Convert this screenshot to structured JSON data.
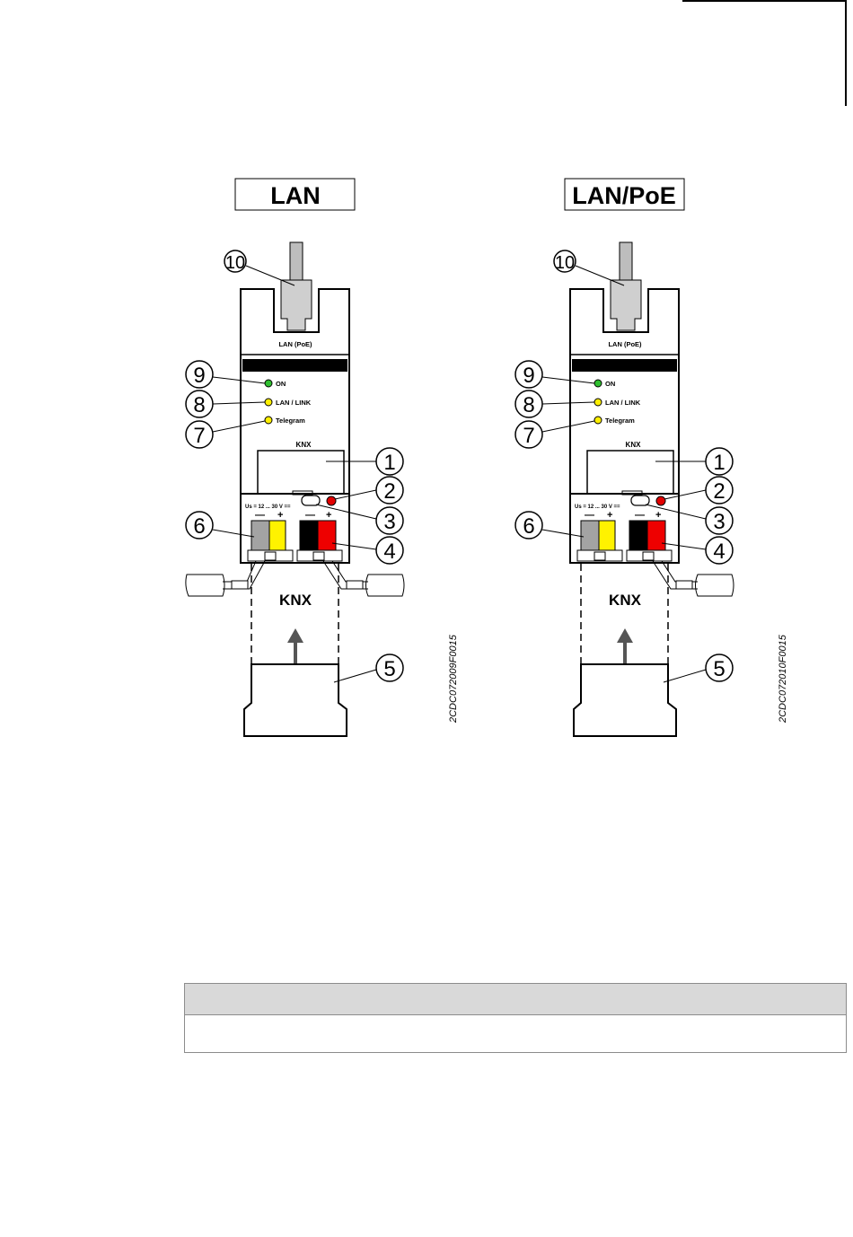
{
  "colors": {
    "rule": "#000000",
    "led_green": "#2fbf2f",
    "led_yellow": "#ffef00",
    "led_red": "#e20000",
    "terminal_grey": "#a3a3a3",
    "terminal_yellow": "#fff200",
    "terminal_black": "#000000",
    "terminal_red": "#ee0000",
    "table_header_bg": "#d9d9d9",
    "table_border": "#8c8c8c"
  },
  "figures": [
    {
      "title": "LAN",
      "port_label": "LAN (PoE)",
      "led_labels": [
        "ON",
        "LAN / LINK",
        "Telegram"
      ],
      "brand": "KNX",
      "voltage_label": "Us = 12 ... 30 V ==",
      "polarity": [
        "—",
        "+",
        "—",
        "+"
      ],
      "bus_label": "KNX",
      "callouts": [
        "10",
        "9",
        "8",
        "7",
        "1",
        "2",
        "3",
        "6",
        "4",
        "5"
      ],
      "figure_code": "2CDC072009F0015"
    },
    {
      "title": "LAN/PoE",
      "port_label": "LAN (PoE)",
      "led_labels": [
        "ON",
        "LAN / LINK",
        "Telegram"
      ],
      "brand": "KNX",
      "voltage_label": "Us = 12 ... 30 V ==",
      "polarity": [
        "—",
        "+",
        "—",
        "+"
      ],
      "bus_label": "KNX",
      "callouts": [
        "10",
        "9",
        "8",
        "7",
        "1",
        "2",
        "3",
        "6",
        "4",
        "5"
      ],
      "figure_code": "2CDC072010F0015"
    }
  ],
  "table": {
    "header": "",
    "body": ""
  }
}
